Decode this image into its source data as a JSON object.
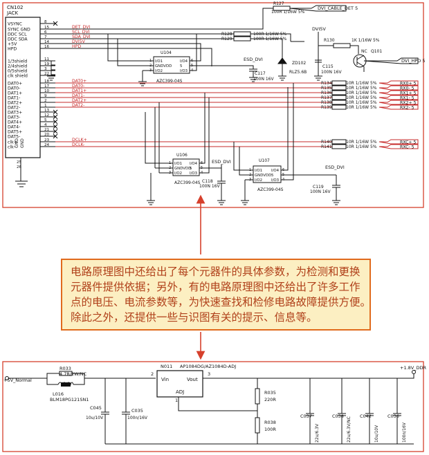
{
  "colors": {
    "wire": "#1a1a1a",
    "signal": "#c62828",
    "frame": "#d6402c",
    "callout_border": "#e06a1c",
    "callout_fill": "#fcefc2",
    "callout_text": "#b0401a"
  },
  "top": {
    "connector": {
      "ref": "CN102",
      "name": "JACK"
    },
    "pins": [
      {
        "name": "VSYNC",
        "num": "8",
        "net": ""
      },
      {
        "name": "SYNC GND",
        "num": "15",
        "net": "DET_DVI"
      },
      {
        "name": "DDC SCL",
        "num": "6",
        "net": "SCL_DVI"
      },
      {
        "name": "DDC SDA",
        "num": "7",
        "net": "SDA_DVI"
      },
      {
        "name": "+5V",
        "num": "14",
        "net": "DVI5V"
      },
      {
        "name": "HPD",
        "num": "16",
        "net": "HPD"
      },
      {
        "name": "1/3shield",
        "num": "11",
        "net": ""
      },
      {
        "name": "2/4shield",
        "num": "19",
        "net": ""
      },
      {
        "name": "0/5shield",
        "num": "3",
        "net": ""
      },
      {
        "name": "clk shield",
        "num": "22",
        "net": ""
      },
      {
        "name": "DAT0+",
        "num": "18",
        "net": "DAT0+"
      },
      {
        "name": "DAT0-",
        "num": "17",
        "net": "DAT0-"
      },
      {
        "name": "DAT1+",
        "num": "10",
        "net": "DAT1+"
      },
      {
        "name": "DAT1-",
        "num": "9",
        "net": "DAT1-"
      },
      {
        "name": "DAT2+",
        "num": "2",
        "net": "DAT2+"
      },
      {
        "name": "DAT2-",
        "num": "1",
        "net": "DAT2-"
      },
      {
        "name": "DAT3+",
        "num": "13",
        "net": ""
      },
      {
        "name": "DAT3-",
        "num": "12",
        "net": ""
      },
      {
        "name": "DAT4+",
        "num": "5",
        "net": ""
      },
      {
        "name": "DAT4-",
        "num": "4",
        "net": ""
      },
      {
        "name": "DAT5+",
        "num": "21",
        "net": ""
      },
      {
        "name": "DAT5-",
        "num": "20",
        "net": ""
      },
      {
        "name": "clk+",
        "num": "23",
        "net": "DCLK+"
      },
      {
        "name": "clk-",
        "num": "24",
        "net": "DCLK-"
      }
    ],
    "gnd_pins": [
      "GND",
      "GND"
    ],
    "bottom_pins": [
      "25",
      "26"
    ],
    "r127": {
      "ref": "R127",
      "value": "100R 1/16W 5%"
    },
    "cable_det": "DVI_CABLE_DET 5",
    "r128": {
      "ref": "R128",
      "value": "100R 1/16W 5%"
    },
    "r129": {
      "ref": "R129",
      "value": "100R 1/16W 5%"
    },
    "u104": {
      "ref": "U104",
      "part": "AZC399-04S",
      "left": [
        "I/O1",
        "GNDVDD",
        "I/O2"
      ],
      "right": [
        "I/O4",
        "5",
        "I/O3"
      ],
      "left_nums": [
        "1",
        "2",
        "3"
      ],
      "right_nums": [
        "6",
        "5",
        "4"
      ]
    },
    "esd_dvi": "ESD_DVI",
    "dvi5v": "DVI5V",
    "zd102": {
      "ref": "ZD102",
      "value": "RLZ5.6B"
    },
    "c117": {
      "ref": "C117",
      "value": "100N 16V"
    },
    "c115": {
      "ref": "C115",
      "value": "100N 16V"
    },
    "r130": {
      "ref": "R130",
      "value": "1K 1/16W 5%"
    },
    "q101": {
      "ref": "Q101",
      "nc": "NC"
    },
    "dvi_hpd": "DVI_HPD 5",
    "rx_res": [
      {
        "ref": "R134",
        "value": "10R 1/16W 5%",
        "net": "RX0+ 5"
      },
      {
        "ref": "R135",
        "value": "10R 1/16W 5%",
        "net": "RX0- 5"
      },
      {
        "ref": "R136",
        "value": "10R 1/16W 5%",
        "net": "RX1+ 5"
      },
      {
        "ref": "R137",
        "value": "10R 1/16W 5%",
        "net": "RX1- 5"
      },
      {
        "ref": "R138",
        "value": "10R 1/16W 5%",
        "net": "RX2+ 5"
      },
      {
        "ref": "R139",
        "value": "10R 1/16W 5%",
        "net": "RX2- 5"
      }
    ],
    "clk_res": [
      {
        "ref": "R140",
        "value": "10R 1/16W 5%",
        "net": "RXC+ 5"
      },
      {
        "ref": "R141",
        "value": "10R 1/16W 5%",
        "net": "RXC- 5"
      }
    ],
    "u106": {
      "ref": "U106",
      "part": "AZC399-04S",
      "left": [
        "I/O1",
        "GNDVDD",
        "I/O2"
      ],
      "right": [
        "I/O4",
        "5",
        "I/O3"
      ],
      "left_nums": [
        "1",
        "2",
        "3"
      ],
      "right_nums": [
        "6",
        "5",
        "4"
      ]
    },
    "u107": {
      "ref": "U107",
      "part": "AZC399-04S",
      "left": [
        "I/O1",
        "GNDVDD",
        "I/O2"
      ],
      "right": [
        "I/O4",
        "5",
        "I/O3"
      ],
      "left_nums": [
        "1",
        "2",
        "3"
      ],
      "right_nums": [
        "6",
        "5",
        "4"
      ]
    },
    "c118": {
      "ref": "C118",
      "value": "100N 16V"
    },
    "c119": {
      "ref": "C119",
      "value": "100N 16V"
    }
  },
  "callout": {
    "lines": [
      "电路原理图中还给出了每个元器件的具体参数，为检测和更换",
      "元器件提供依据；另外，有的电路原理图中还给出了许多工作",
      "点的电压、电流参数等，为快速查找和检修电路故障提供方便。",
      "除此之外，还提供一些与识图有关的提示、信息等。"
    ]
  },
  "bottom": {
    "input_net": "+5V_Normal",
    "r033": {
      "ref": "R033",
      "value": "4.7R/2W/NC"
    },
    "l016": {
      "ref": "L016",
      "value": "BLM18PG121SN1"
    },
    "c045": {
      "ref": "C045",
      "value": "10u/10V"
    },
    "c035": {
      "ref": "C035",
      "value": "100n/16V"
    },
    "n011": {
      "ref": "N011",
      "part": "AP1084DG/AZ1084D-ADJ",
      "vin": "Vin",
      "vout": "Vout",
      "adj": "ADJ",
      "pin2": "2",
      "pin3": "3",
      "pin1": "1"
    },
    "r035": {
      "ref": "R035",
      "value": "220R"
    },
    "r038": {
      "ref": "R038",
      "value": "100R"
    },
    "c037": {
      "ref": "C037",
      "value": "22u/6.3V"
    },
    "c038": {
      "ref": "C038",
      "value": "22u/6.3V/NC"
    },
    "c042": {
      "ref": "C042",
      "value": "10u/10V"
    },
    "c036": {
      "ref": "C036",
      "value": "100n/16V"
    },
    "out_net": "+1.8V_DDR"
  }
}
